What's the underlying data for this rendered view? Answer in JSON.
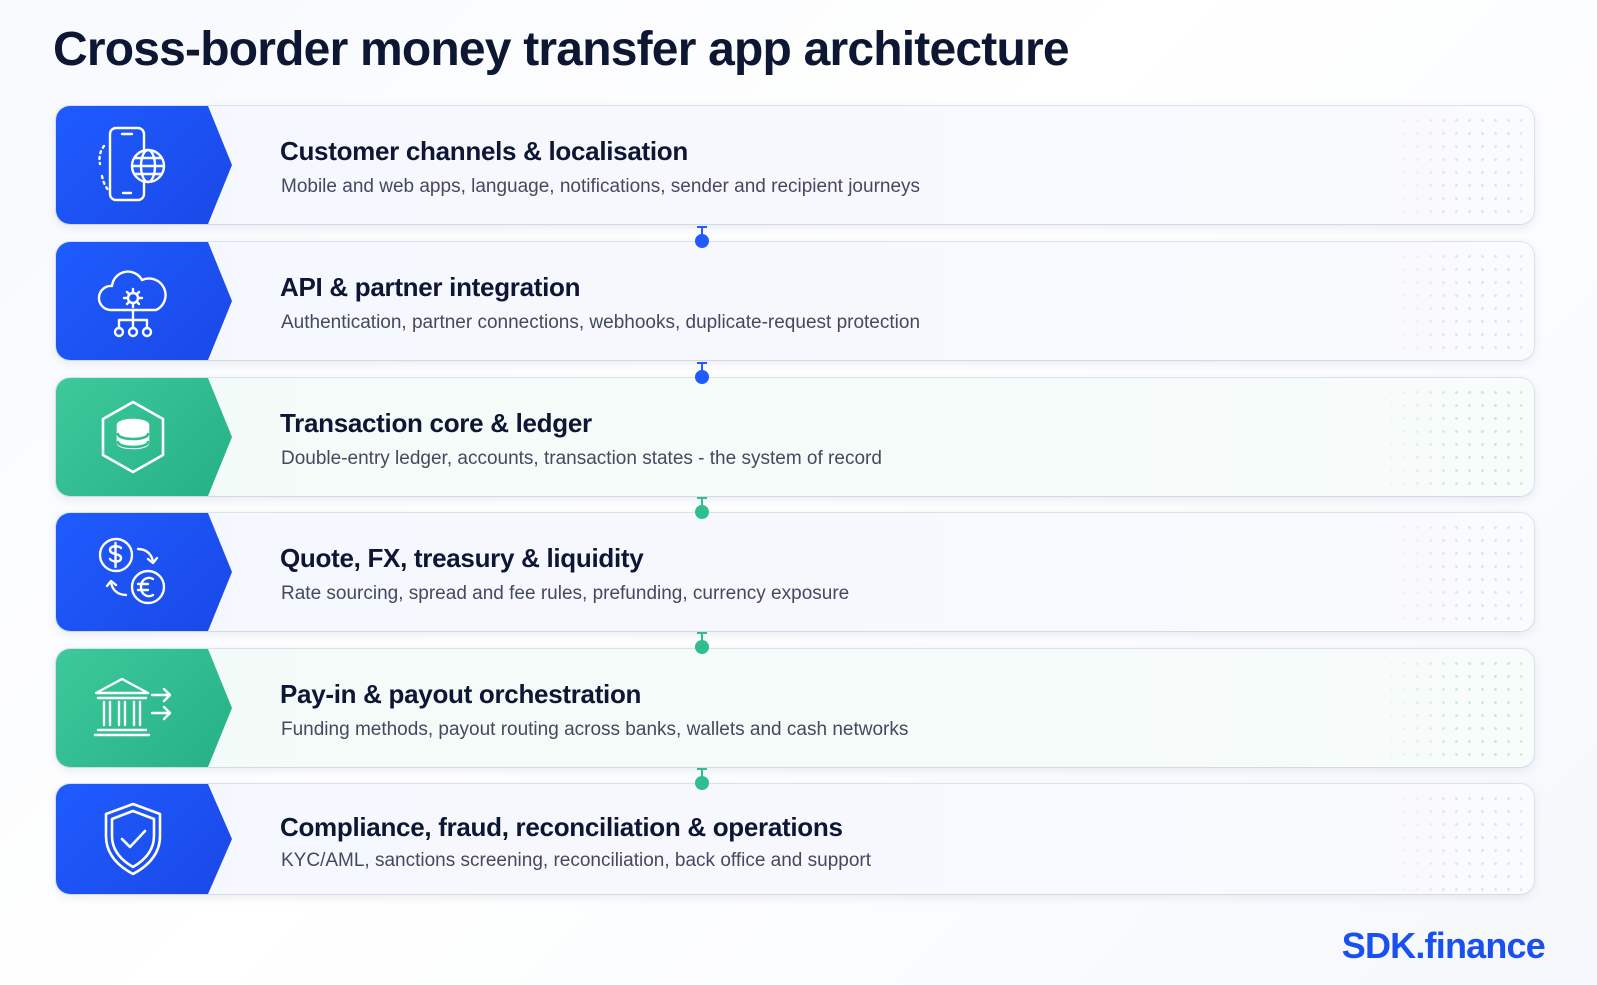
{
  "title": "Cross-border money transfer app architecture",
  "brand": "SDK.finance",
  "colors": {
    "blue_accent": "#1f5bff",
    "green_accent": "#2fbf8e",
    "title_text": "#0d1633",
    "body_text": "#434a5e"
  },
  "layers": [
    {
      "title": "Customer channels & localisation",
      "description": "Mobile and web apps, language, notifications, sender and recipient journeys",
      "accent": "blue",
      "icon": "mobile-globe-icon"
    },
    {
      "title": "API & partner integration",
      "description": "Authentication, partner connections, webhooks, duplicate-request protection",
      "accent": "blue",
      "icon": "cloud-gear-network-icon"
    },
    {
      "title": "Transaction core & ledger",
      "description": "Double-entry ledger, accounts, transaction states - the system of record",
      "accent": "green",
      "icon": "database-hexagon-icon"
    },
    {
      "title": "Quote, FX, treasury & liquidity",
      "description": "Rate sourcing, spread and fee rules, prefunding, currency exposure",
      "accent": "blue",
      "icon": "currency-exchange-icon"
    },
    {
      "title": "Pay-in & payout orchestration",
      "description": "Funding methods, payout routing across banks, wallets and cash networks",
      "accent": "green",
      "icon": "bank-arrows-icon"
    },
    {
      "title": "Compliance, fraud, reconciliation & operations",
      "description": "KYC/AML, sanctions screening, reconciliation, back office and support",
      "accent": "blue",
      "icon": "shield-check-icon"
    }
  ],
  "connectors": [
    "blue",
    "blue",
    "green",
    "green",
    "green"
  ]
}
